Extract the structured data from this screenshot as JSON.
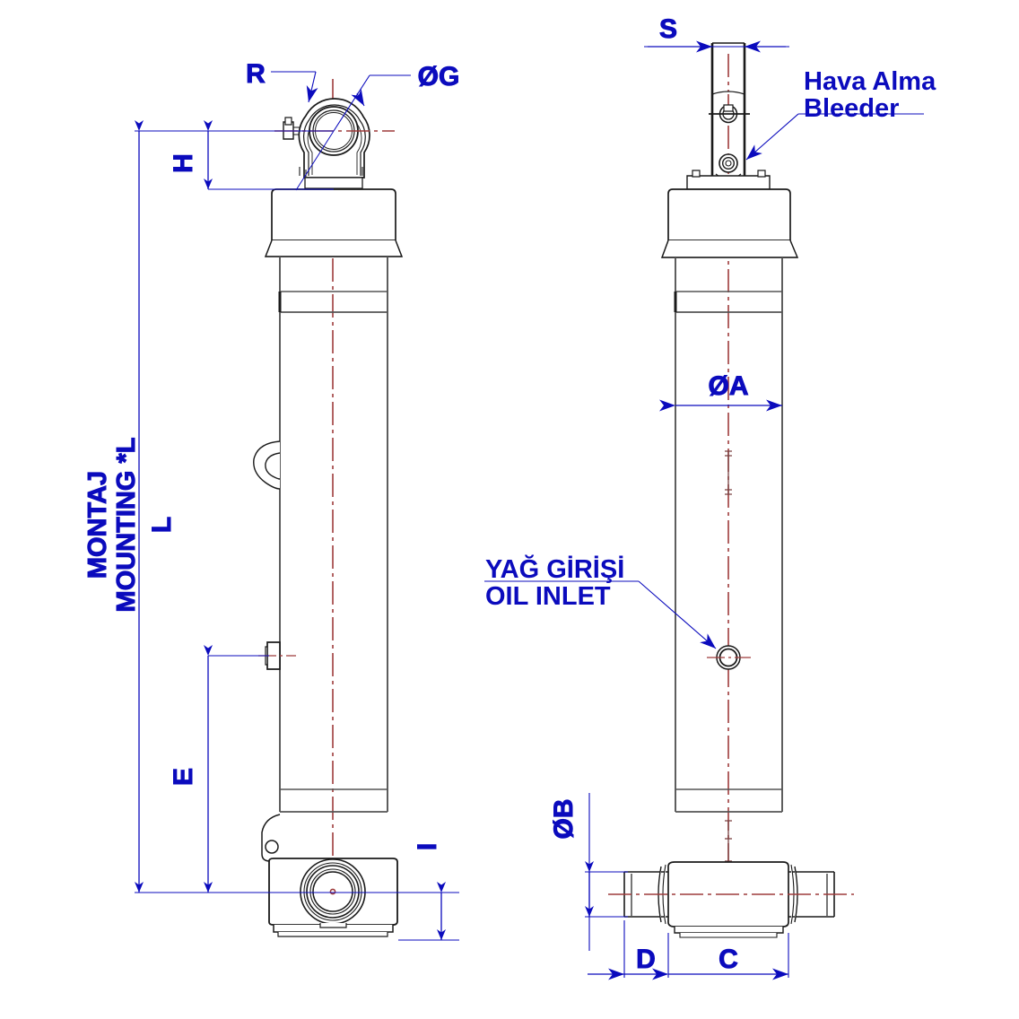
{
  "drawing": {
    "kind": "technical-drawing",
    "subject": "Hydraulic telescopic cylinder - two orthographic views",
    "colors": {
      "dimension_blue": "#0b0bbd",
      "centerline_red": "#9e3b3b",
      "outline_black": "#1a1a1a",
      "outline_gray": "#555555",
      "background": "#ffffff"
    }
  },
  "left_view": {
    "name": "front-view",
    "dimensions": {
      "overall_mounting_label_line1": "MONTAJ",
      "overall_mounting_label_line2": "MOUNTING *L",
      "length_label": "L",
      "head_height_label": "H",
      "eye_radius_label": "R",
      "eye_bore_label": "ØG",
      "port_height_label": "E",
      "bottom_offset_label": "I"
    }
  },
  "right_view": {
    "name": "side-view",
    "dimensions": {
      "rod_width_label": "S",
      "barrel_dia_label": "ØA",
      "trunnion_dia_label": "ØB",
      "trunnion_stub_label": "D",
      "trunnion_body_label": "C"
    },
    "notes": {
      "bleeder_line1": "Hava Alma",
      "bleeder_line2": "Bleeder",
      "oil_inlet_line1": "YAĞ GİRİŞİ",
      "oil_inlet_line2": "OIL INLET"
    }
  }
}
